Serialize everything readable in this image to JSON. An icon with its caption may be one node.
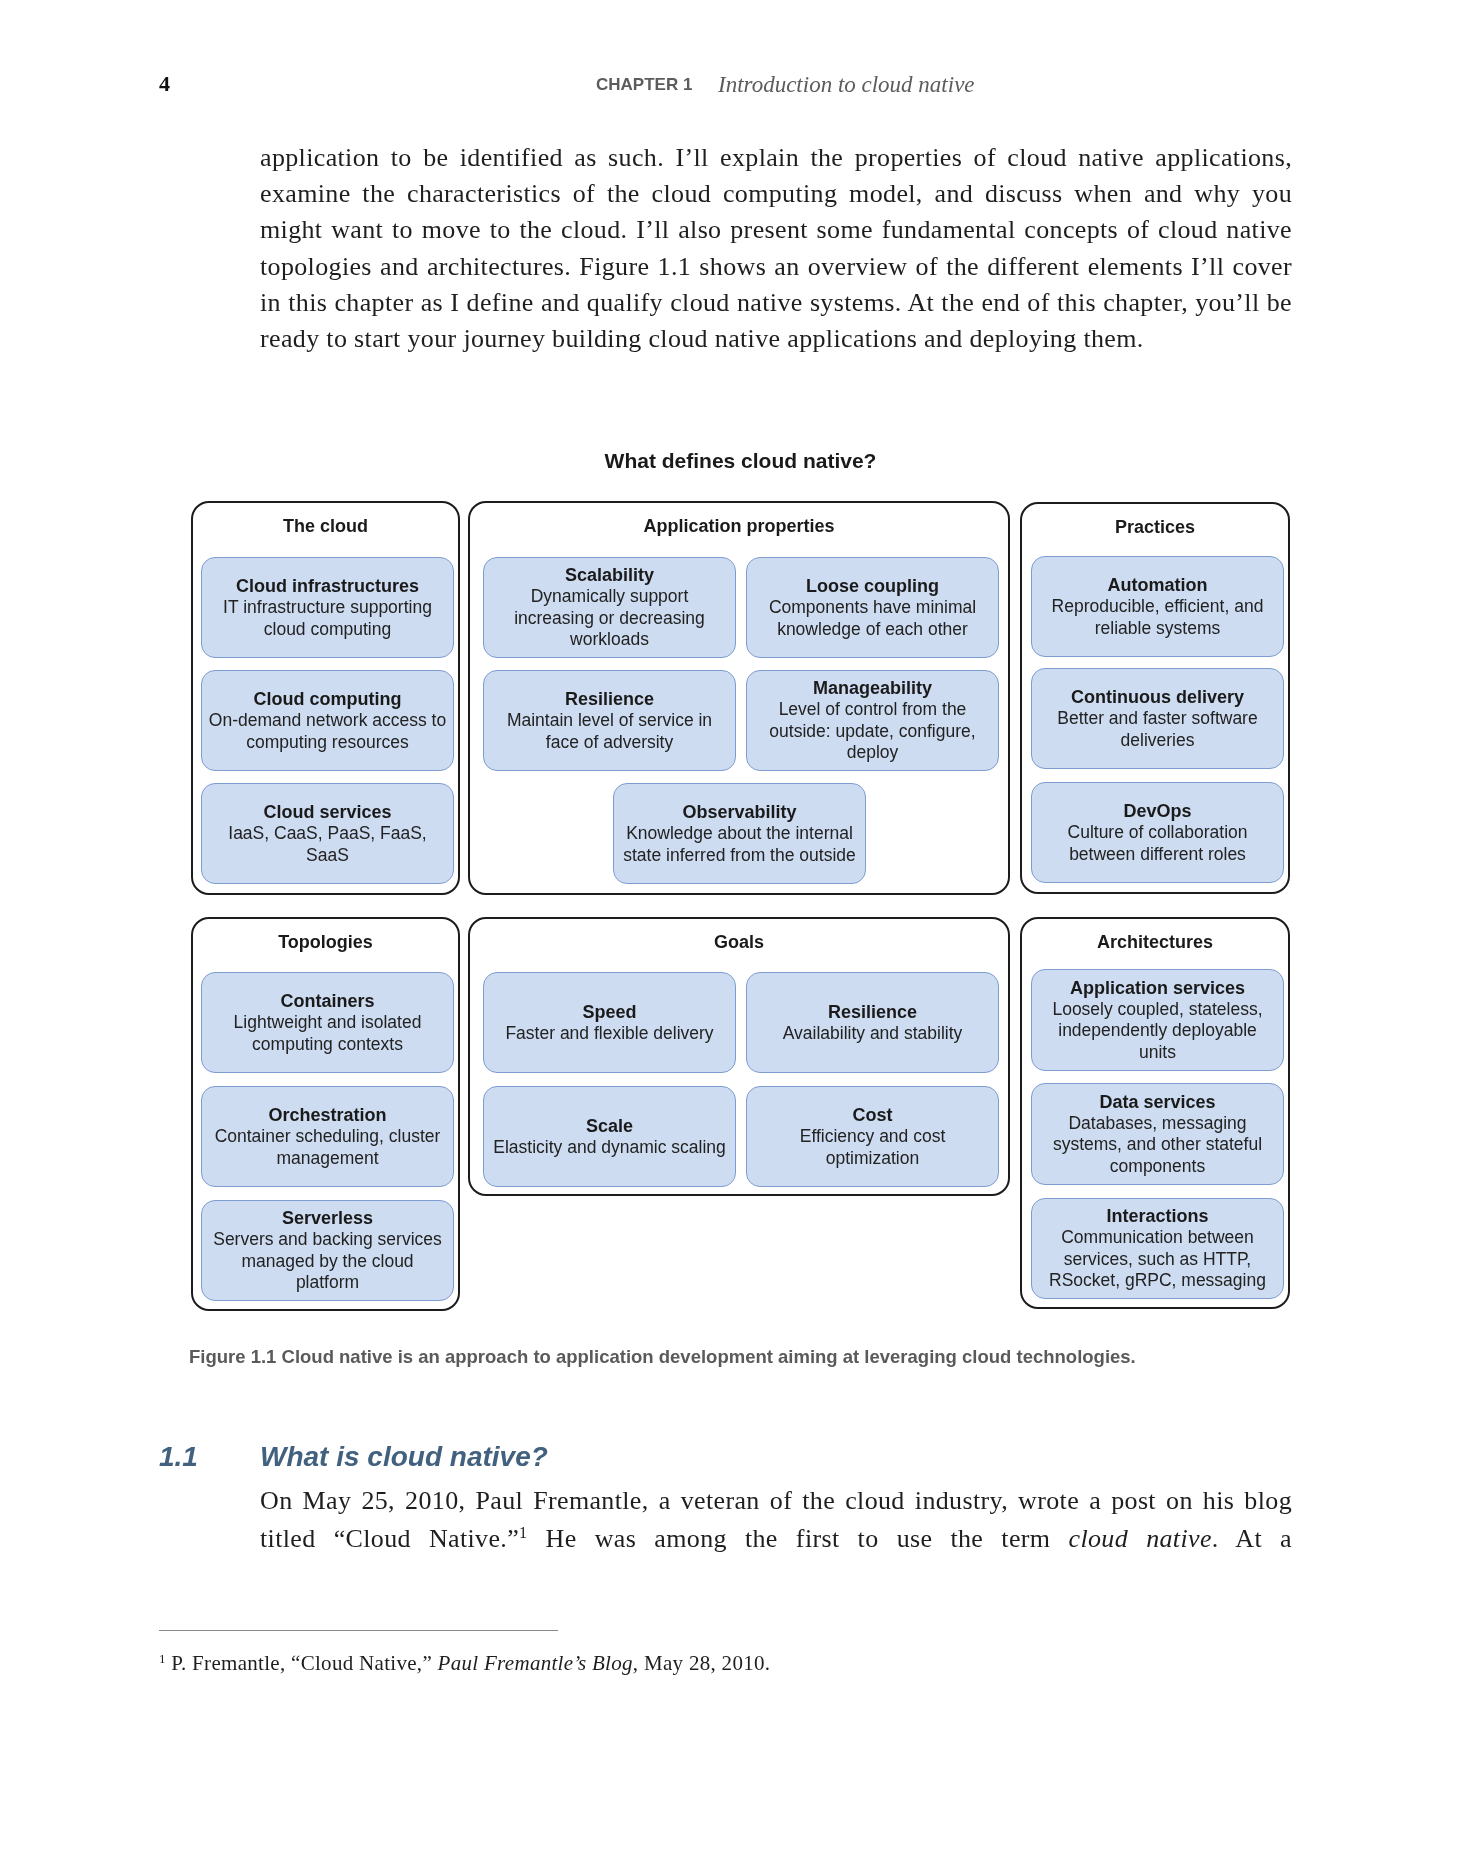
{
  "diagram": {
    "title": "What defines cloud native?",
    "caption": "Figure 1.1 Cloud native is an approach to application development aiming at leveraging cloud technologies.",
    "nodes": [
      {
        "text": [
          "The cloud"
        ]
      },
      {
        "text": [
          "Cloud infrastructures",
          "IT infrastructure supporting cloud computing"
        ],
        "in": 0
      },
      {
        "text": [
          "Cloud computing",
          "On-demand network access to computing resources"
        ],
        "in": 0
      },
      {
        "text": [
          "Cloud services",
          "IaaS, CaaS, PaaS, FaaS, SaaS"
        ],
        "in": 0
      },
      {
        "text": [
          "Application properties"
        ]
      },
      {
        "text": [
          "Scalability",
          "Dynamically support increasing or decreasing workloads"
        ],
        "in": 4
      },
      {
        "text": [
          "Loose coupling",
          "Components have minimal knowledge of each other"
        ],
        "in": 4
      },
      {
        "text": [
          "Resilience",
          "Maintain level of service in face of adversity"
        ],
        "in": 4
      },
      {
        "text": [
          "Manageability",
          "Level of control from the outside: update, configure, deploy"
        ],
        "in": 4
      },
      {
        "text": [
          "Observability",
          "Knowledge about the internal state inferred from the outside"
        ],
        "in": 4
      },
      {
        "text": [
          "Practices"
        ]
      },
      {
        "text": [
          "Automation",
          "Reproducible, efficient, and reliable systems"
        ],
        "in": 10
      },
      {
        "text": [
          "Continuous delivery",
          "Better and faster software deliveries"
        ],
        "in": 10
      },
      {
        "text": [
          "DevOps",
          "Culture of collaboration between different roles"
        ],
        "in": 10
      },
      {
        "text": [
          "Topologies"
        ]
      },
      {
        "text": [
          "Containers",
          "Lightweight and isolated computing contexts"
        ],
        "in": 14
      },
      {
        "text": [
          "Orchestration",
          "Container scheduling, cluster management"
        ],
        "in": 14
      },
      {
        "text": [
          "Serverless",
          "Servers and backing services managed by the cloud platform"
        ],
        "in": 14
      },
      {
        "text": [
          "Goals"
        ]
      },
      {
        "text": [
          "Speed",
          "Faster and flexible delivery"
        ],
        "in": 18
      },
      {
        "text": [
          "Resilience",
          "Availability and stability"
        ],
        "in": 18
      },
      {
        "text": [
          "Scale",
          "Elasticity and dynamic scaling"
        ],
        "in": 18
      },
      {
        "text": [
          "Cost",
          "Efficiency and cost optimization"
        ],
        "in": 18
      },
      {
        "text": [
          "Architectures"
        ]
      },
      {
        "text": [
          "Application services",
          "Loosely coupled, stateless, independently deployable units"
        ],
        "in": 23
      },
      {
        "text": [
          "Data services",
          "Databases, messaging systems, and other stateful components"
        ],
        "in": 23
      },
      {
        "text": [
          "Interactions",
          "Communication between services, such as HTTP, RSocket, gRPC, messaging"
        ],
        "in": 23
      }
    ],
    "labels": [
      "4",
      "CHAPTER 1",
      "Introduction to cloud native",
      "application to be identified as such. I’ll explain the properties of cloud native applications, examine the characteristics of the cloud computing model, and discuss when and why you might want to move to the cloud. I’ll also present some fundamental concepts of cloud native topologies and architectures. Figure 1.1 shows an overview of the different elements I’ll cover in this chapter as I define and qualify cloud native systems. At the end of this chapter, you’ll be ready to start your journey building cloud native applications and deploying them.",
      "1.1",
      "What is cloud native?",
      "On May 25, 2010, Paul Fremantle, a veteran of the cloud industry, wrote a post on his blog titled “Cloud Native.”$^{1}$ He was among the first to use the term *cloud native*. At a",
      "$^{1}$ P. Fremantle, “Cloud Native,” *Paul Fremantle’s Blog*, May 28, 2010."
    ]
  }
}
